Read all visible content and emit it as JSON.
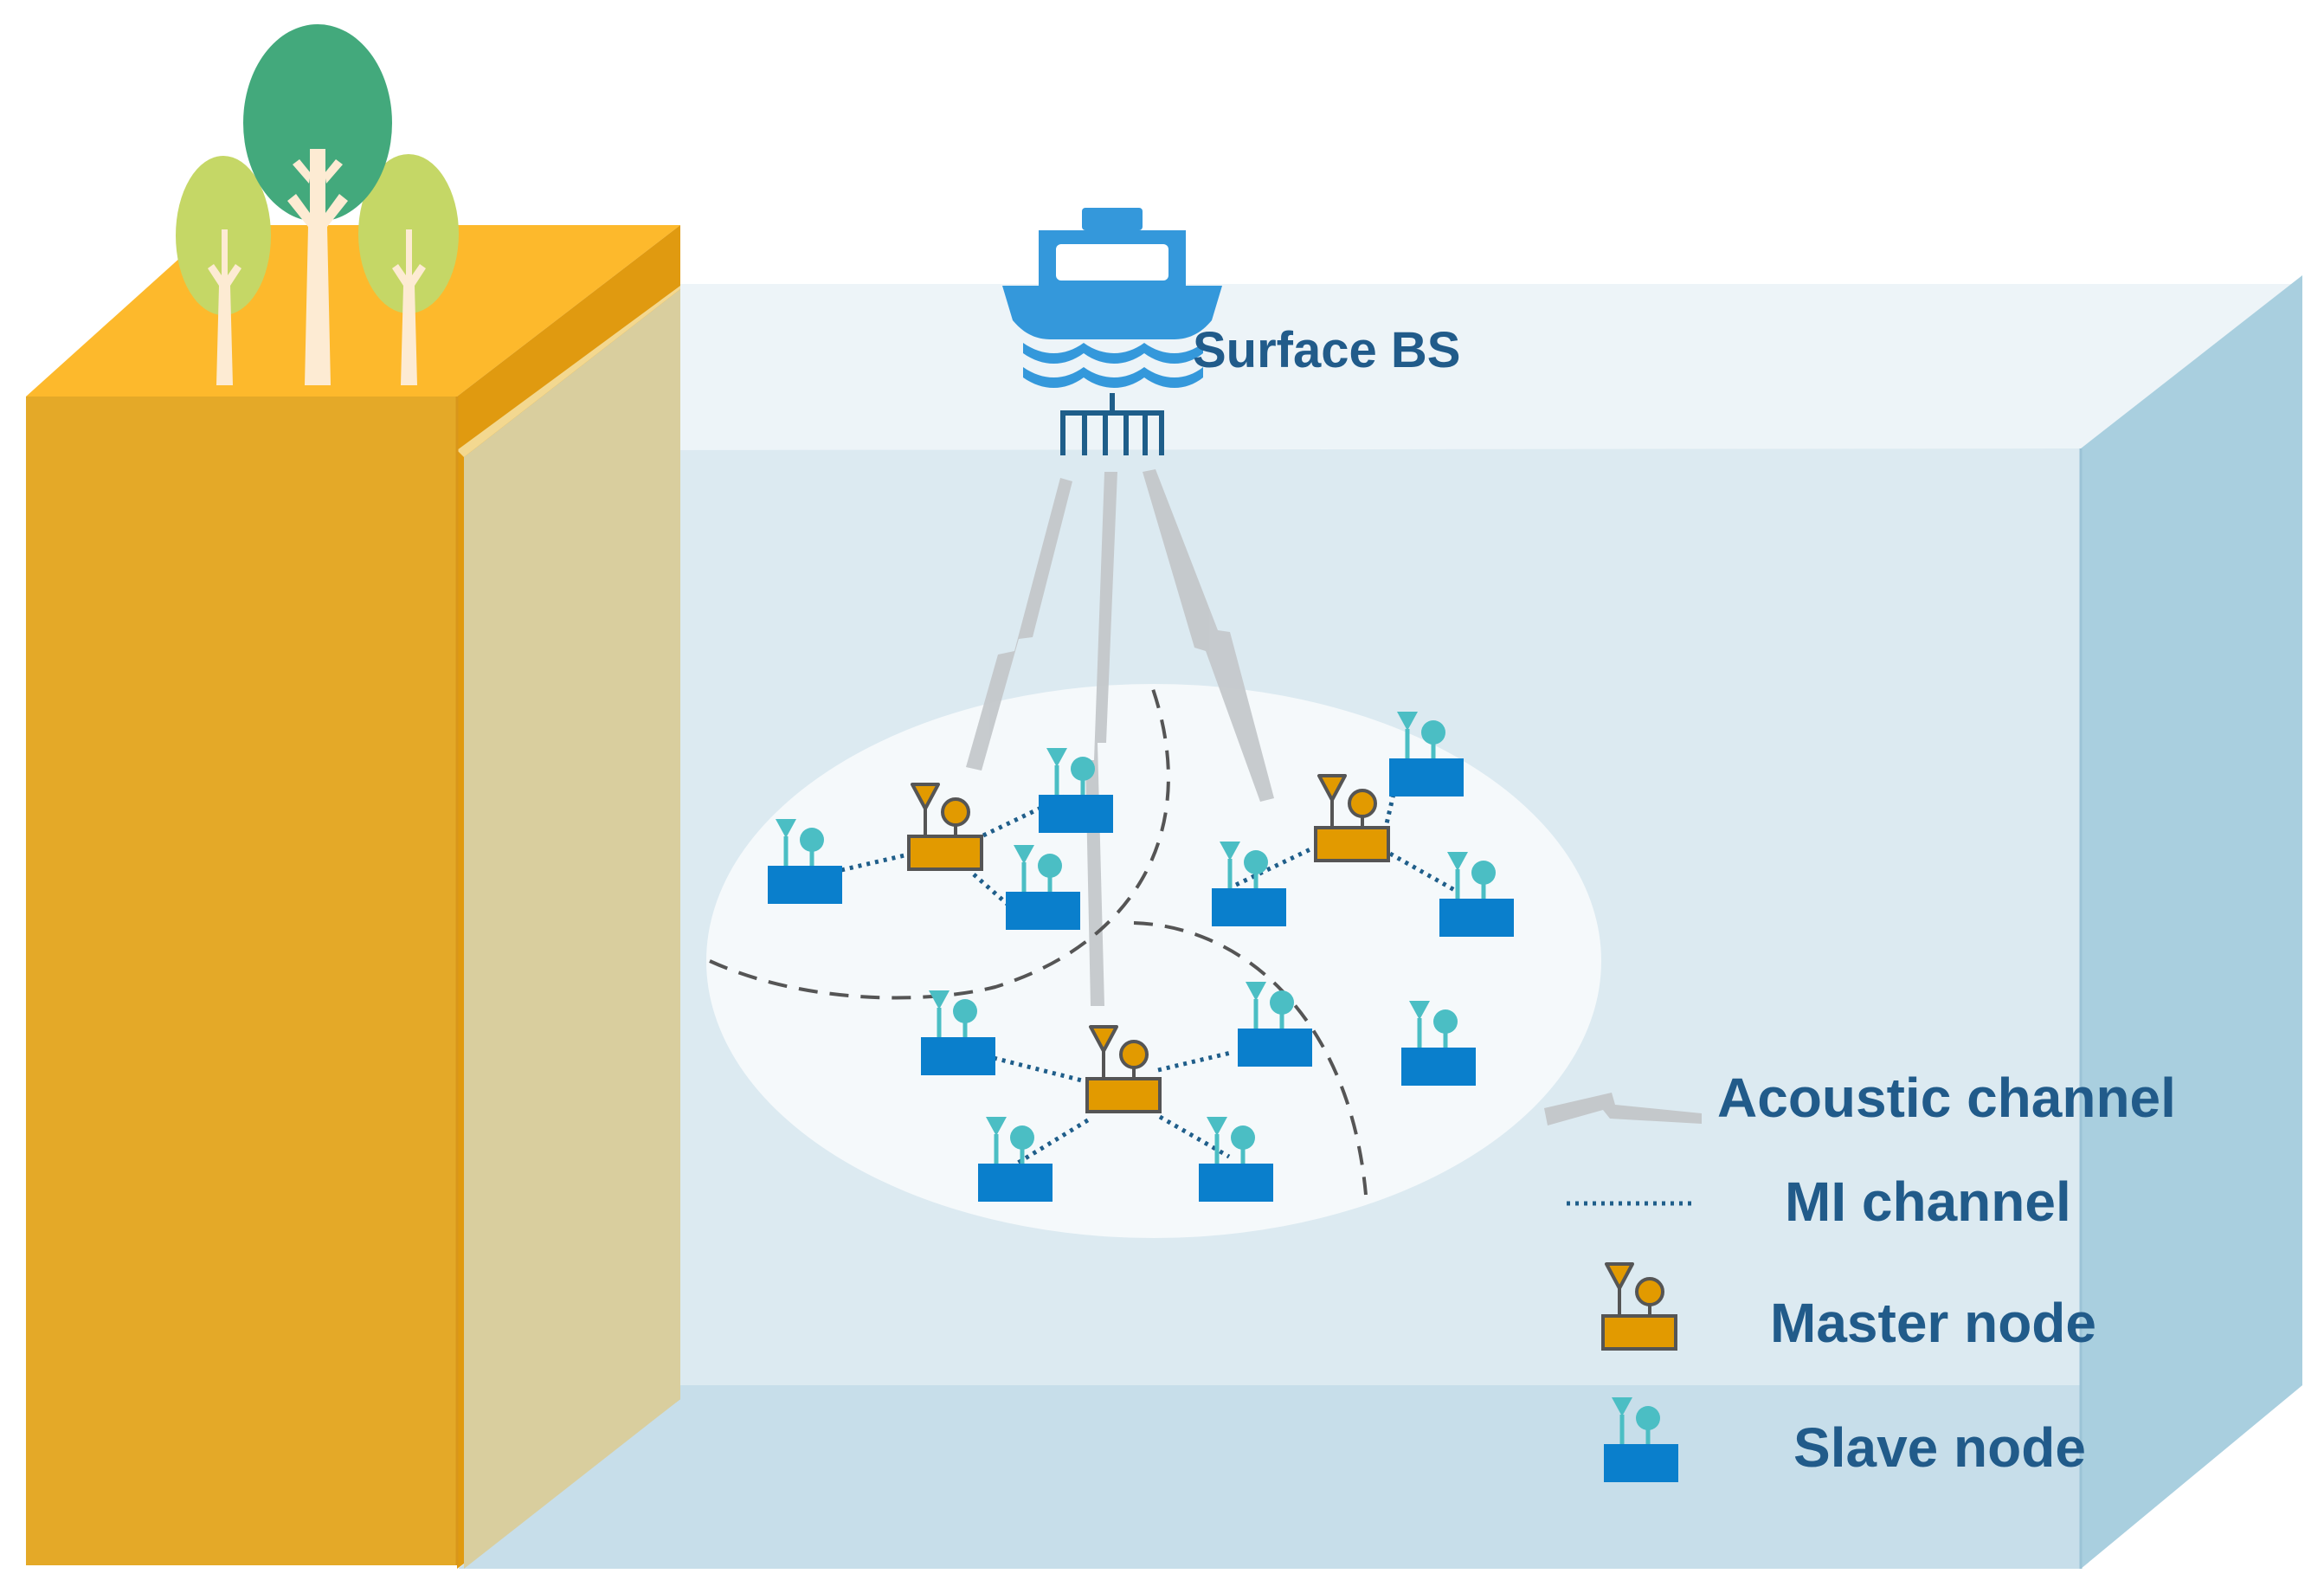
{
  "labels": {
    "surface_bs": "Surface BS"
  },
  "legend": {
    "acoustic": "Acoustic channel",
    "mi": "MI channel",
    "master": "Master node",
    "slave": "Slave node"
  },
  "colors": {
    "cliff_front": "#E4A928",
    "cliff_top": "#FDB92C",
    "cliff_side": "#E09A10",
    "water": "#DCEAF1",
    "water_top": "#EDF4F8",
    "water_right": "#A9CFDF",
    "water_floor": "#C7DEEA",
    "cluster_area": "#F5F9FB",
    "ship": "#3498DB",
    "label_text": "#215B8A",
    "master_node": "#E29A00",
    "master_outline": "#555555",
    "slave_node": "#0A7FCC",
    "slave_antenna": "#4BBEC4",
    "mi_link": "#1F5E8A",
    "acoustic_link": "#C4C8CB",
    "cluster_boundary": "#555555"
  },
  "icons": [
    "tree-icon",
    "ship-icon",
    "antenna-array-icon",
    "lightning-link-icon",
    "master-node-icon",
    "slave-node-icon"
  ]
}
